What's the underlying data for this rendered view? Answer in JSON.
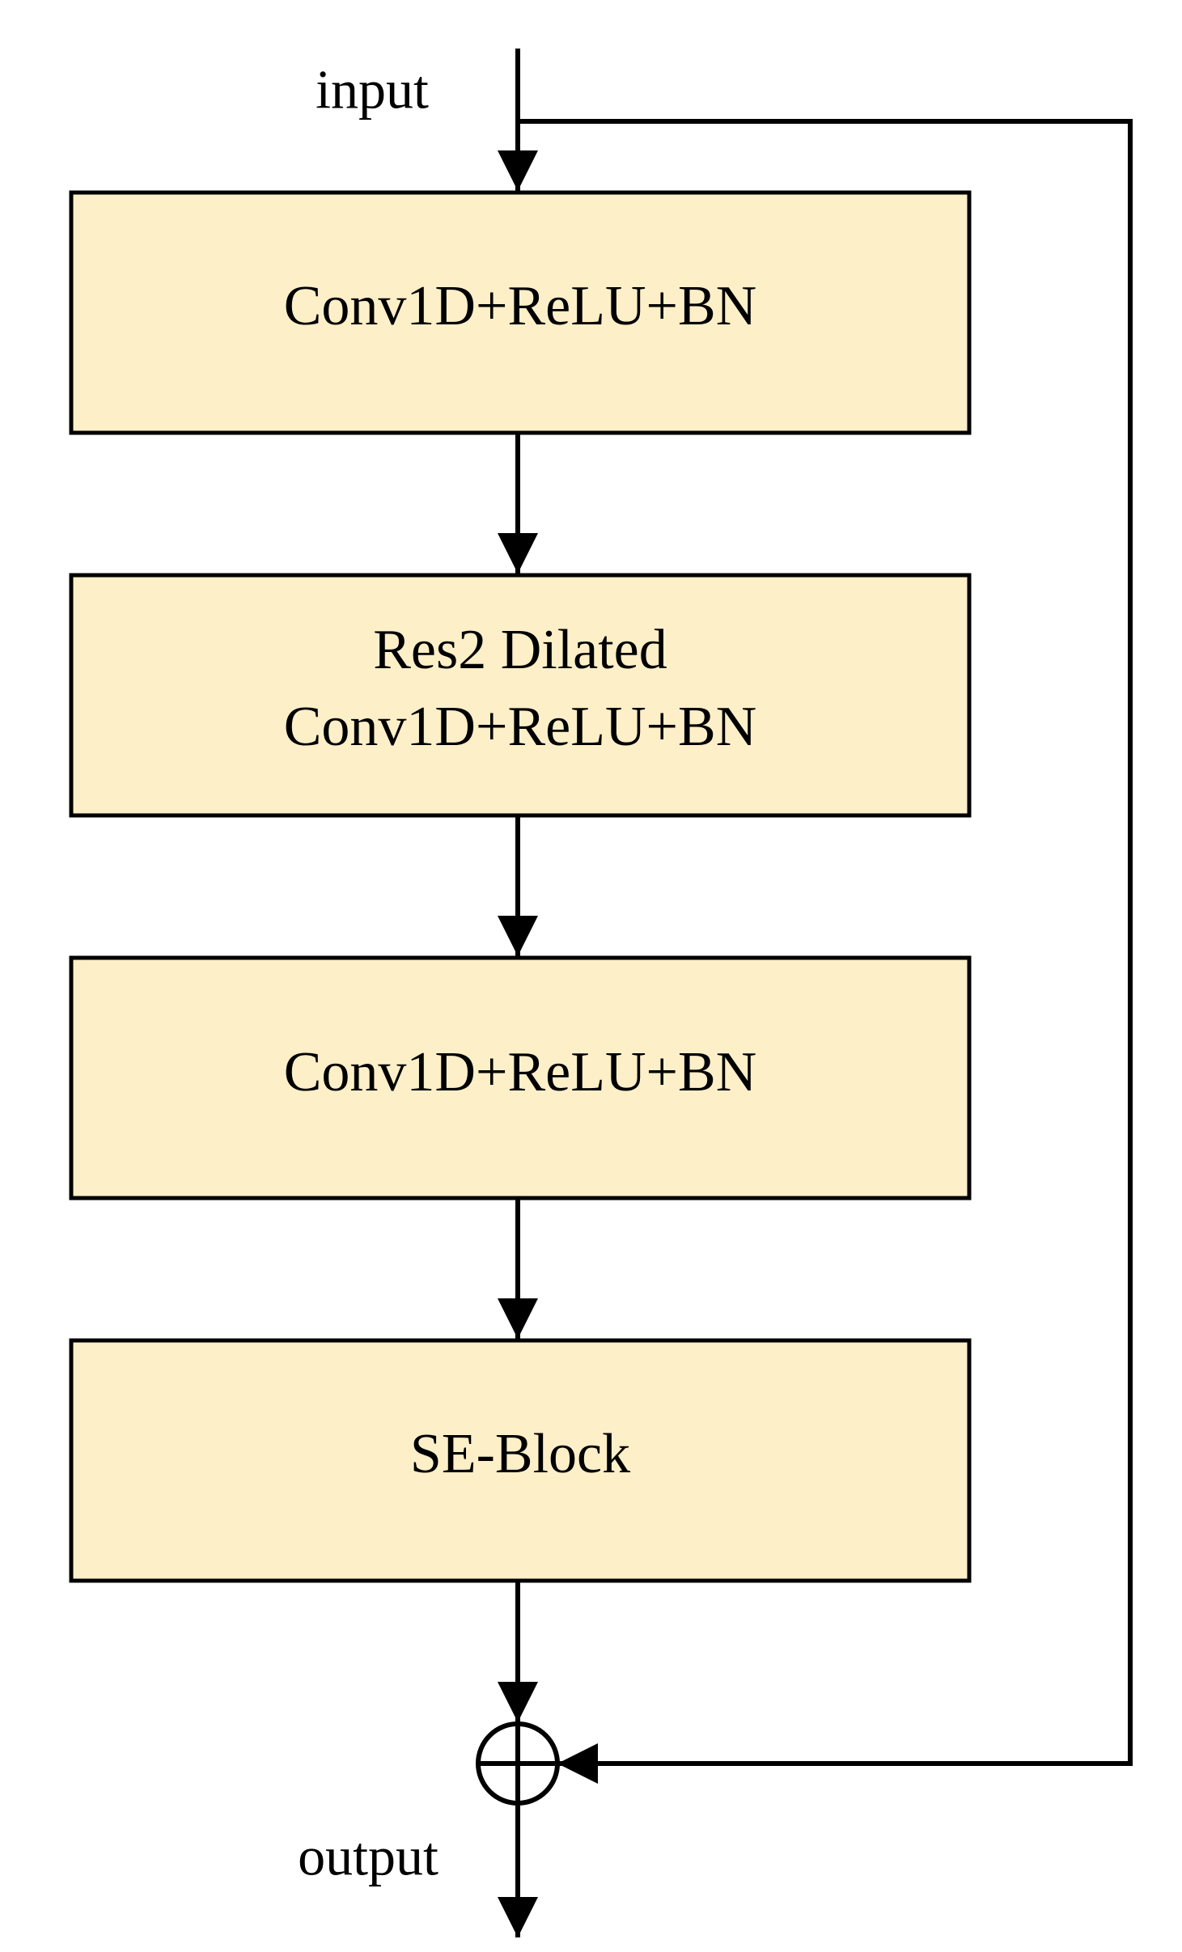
{
  "labels": {
    "input": "input",
    "output": "output"
  },
  "blocks": [
    {
      "lines": [
        "Conv1D+ReLU+BN"
      ]
    },
    {
      "lines": [
        "Res2 Dilated",
        "Conv1D+ReLU+BN"
      ]
    },
    {
      "lines": [
        "Conv1D+ReLU+BN"
      ]
    },
    {
      "lines": [
        "SE-Block"
      ]
    }
  ],
  "colors": {
    "block_fill": "#FDEFC8",
    "stroke": "#000000",
    "text": "#000000"
  },
  "icons": {
    "sum_node": "circle-plus-icon"
  }
}
